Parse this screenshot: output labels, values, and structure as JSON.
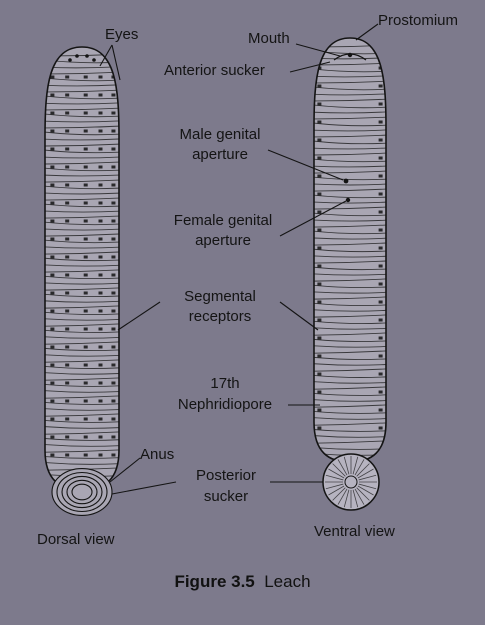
{
  "figure": {
    "number": "Figure 3.5",
    "title": "Leach"
  },
  "dorsal": {
    "view_label": "Dorsal view",
    "labels": {
      "eyes": "Eyes",
      "segmental_receptors_1": "Segmental",
      "segmental_receptors_2": "receptors",
      "anus": "Anus"
    }
  },
  "ventral": {
    "view_label": "Ventral view",
    "labels": {
      "prostomium": "Prostomium",
      "mouth": "Mouth",
      "anterior_sucker": "Anterior sucker",
      "male_genital_1": "Male genital",
      "male_genital_2": "aperture",
      "female_genital_1": "Female genital",
      "female_genital_2": "aperture",
      "nephridiopore_1": "17th",
      "nephridiopore_2": "Nephridiopore"
    }
  },
  "shared": {
    "posterior_sucker_1": "Posterior",
    "posterior_sucker_2": "sucker"
  },
  "colors": {
    "background": "#7d7a8c",
    "ink": "#141414",
    "body_fill": "#a9a6b3"
  }
}
